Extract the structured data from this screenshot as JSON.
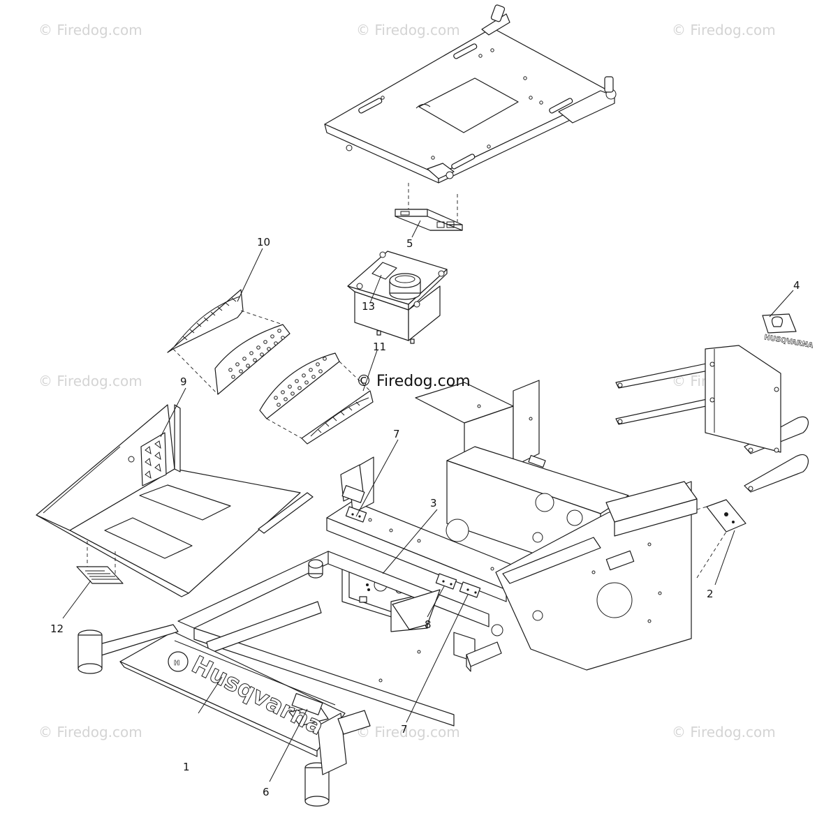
{
  "watermarks": {
    "top_left": "© Firedog.com",
    "top_center": "© Firedog.com",
    "top_right": "© Firedog.com",
    "mid_left": "© Firedog.com",
    "mid_right": "© Firedog.com",
    "bottom_left": "© Firedog.com",
    "bottom_center": "© Firedog.com",
    "bottom_right": "© Firedog.com",
    "center": "© Firedog.com"
  },
  "callouts": {
    "c1": "1",
    "c2": "2",
    "c3": "3",
    "c4": "4",
    "c5": "5",
    "c6": "6",
    "c7a": "7",
    "c7b": "7",
    "c8": "8",
    "c9": "9",
    "c10": "10",
    "c11": "11",
    "c12": "12",
    "c13": "13"
  },
  "brand": {
    "footplate_logo_text": "Husqvarna",
    "badge_text": "HUSQVARNA"
  }
}
